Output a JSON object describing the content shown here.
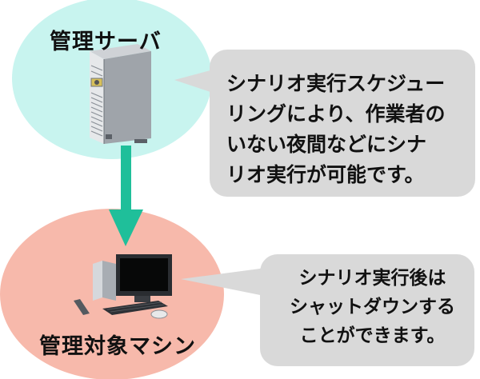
{
  "nodes": {
    "server": {
      "label": "管理サーバ"
    },
    "target": {
      "label": "管理対象マシン"
    }
  },
  "callouts": {
    "scheduling": {
      "lines": [
        "シナリオ実行スケジュー",
        "リングにより、作業者の",
        "いない夜間などにシナ",
        "リオ実行が可能です。"
      ]
    },
    "shutdown": {
      "lines": [
        "シナリオ実行後は",
        "シャットダウンする",
        "ことができます。"
      ]
    }
  },
  "colors": {
    "server_circle": "#c8f4ef",
    "target_circle": "#f7b9ab",
    "arrow": "#1fbf9a",
    "callout_fill": "#d9d9d9"
  }
}
